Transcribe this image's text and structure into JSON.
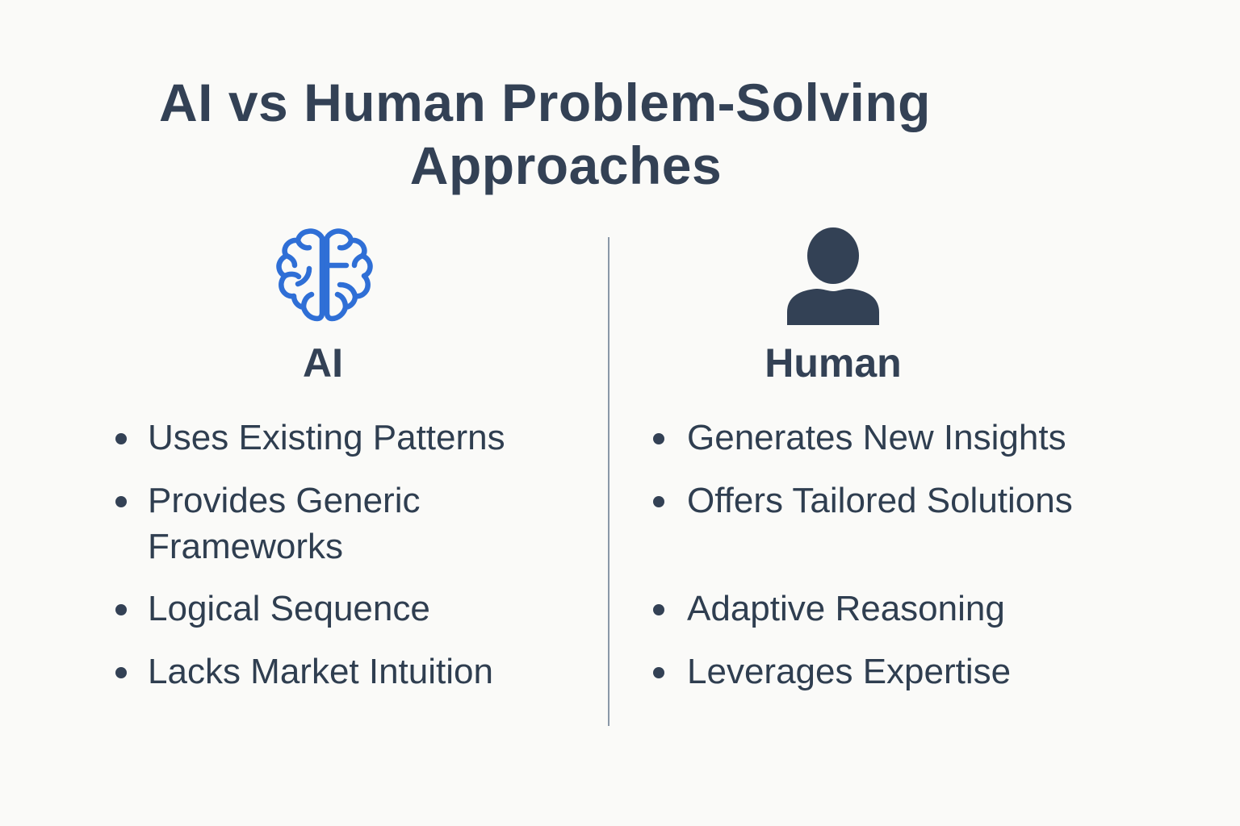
{
  "title": {
    "line1": "AI vs Human Problem-Solving",
    "line2": "Approaches"
  },
  "colors": {
    "background": "#FAFAF8",
    "text": "#334155",
    "ai_icon": "#2F6FD6",
    "human_icon": "#334155",
    "divider": "#8A98A8"
  },
  "columns": {
    "ai": {
      "icon": "brain-icon",
      "heading": "AI",
      "items": [
        {
          "line1": "Uses Existing Patterns",
          "line2": ""
        },
        {
          "line1": "Provides Generic",
          "line2": "Frameworks"
        },
        {
          "line1": "Logical Sequence",
          "line2": ""
        },
        {
          "line1": "Lacks Market Intuition",
          "line2": ""
        }
      ]
    },
    "human": {
      "icon": "person-icon",
      "heading": "Human",
      "items": [
        {
          "line1": "Generates New Insights",
          "line2": ""
        },
        {
          "line1": "Offers Tailored Solutions",
          "line2": ""
        },
        {
          "line1": "Adaptive Reasoning",
          "line2": ""
        },
        {
          "line1": "Leverages Expertise",
          "line2": ""
        }
      ]
    }
  }
}
